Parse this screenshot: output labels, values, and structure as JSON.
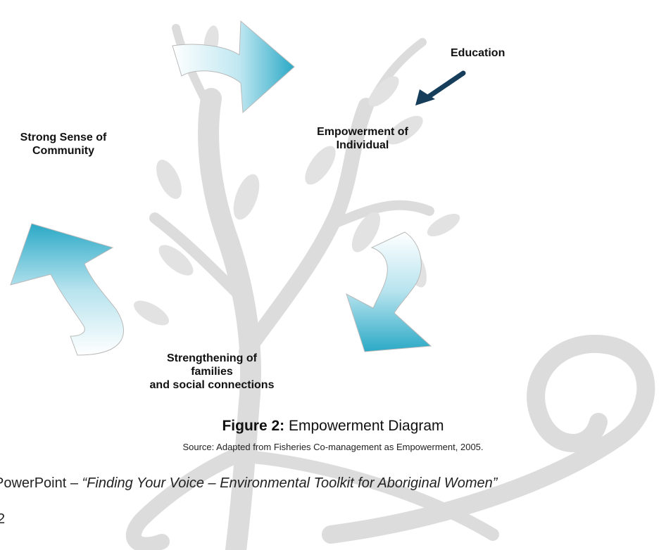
{
  "diagram": {
    "labels": {
      "education": "Education",
      "empowerment": [
        "Empowerment of",
        "Individual"
      ],
      "community": [
        "Strong Sense of",
        "Community"
      ],
      "strengthening": [
        "Strengthening of",
        "families",
        "and social connections"
      ]
    },
    "colors": {
      "arrow_teal": "#2ba9c6",
      "arrow_dark": "#163d5a",
      "tree_gray": "#dcdcdc"
    }
  },
  "caption": {
    "figure_label": "Figure 2:",
    "figure_title": " Empowerment Diagram",
    "source": "Source: Adapted from Fisheries Co-management as Empowerment, 2005."
  },
  "footer": {
    "prefix": "PowerPoint – ",
    "title": "“Finding Your Voice – Environmental Toolkit for Aboriginal Women”",
    "page_number": "2"
  }
}
